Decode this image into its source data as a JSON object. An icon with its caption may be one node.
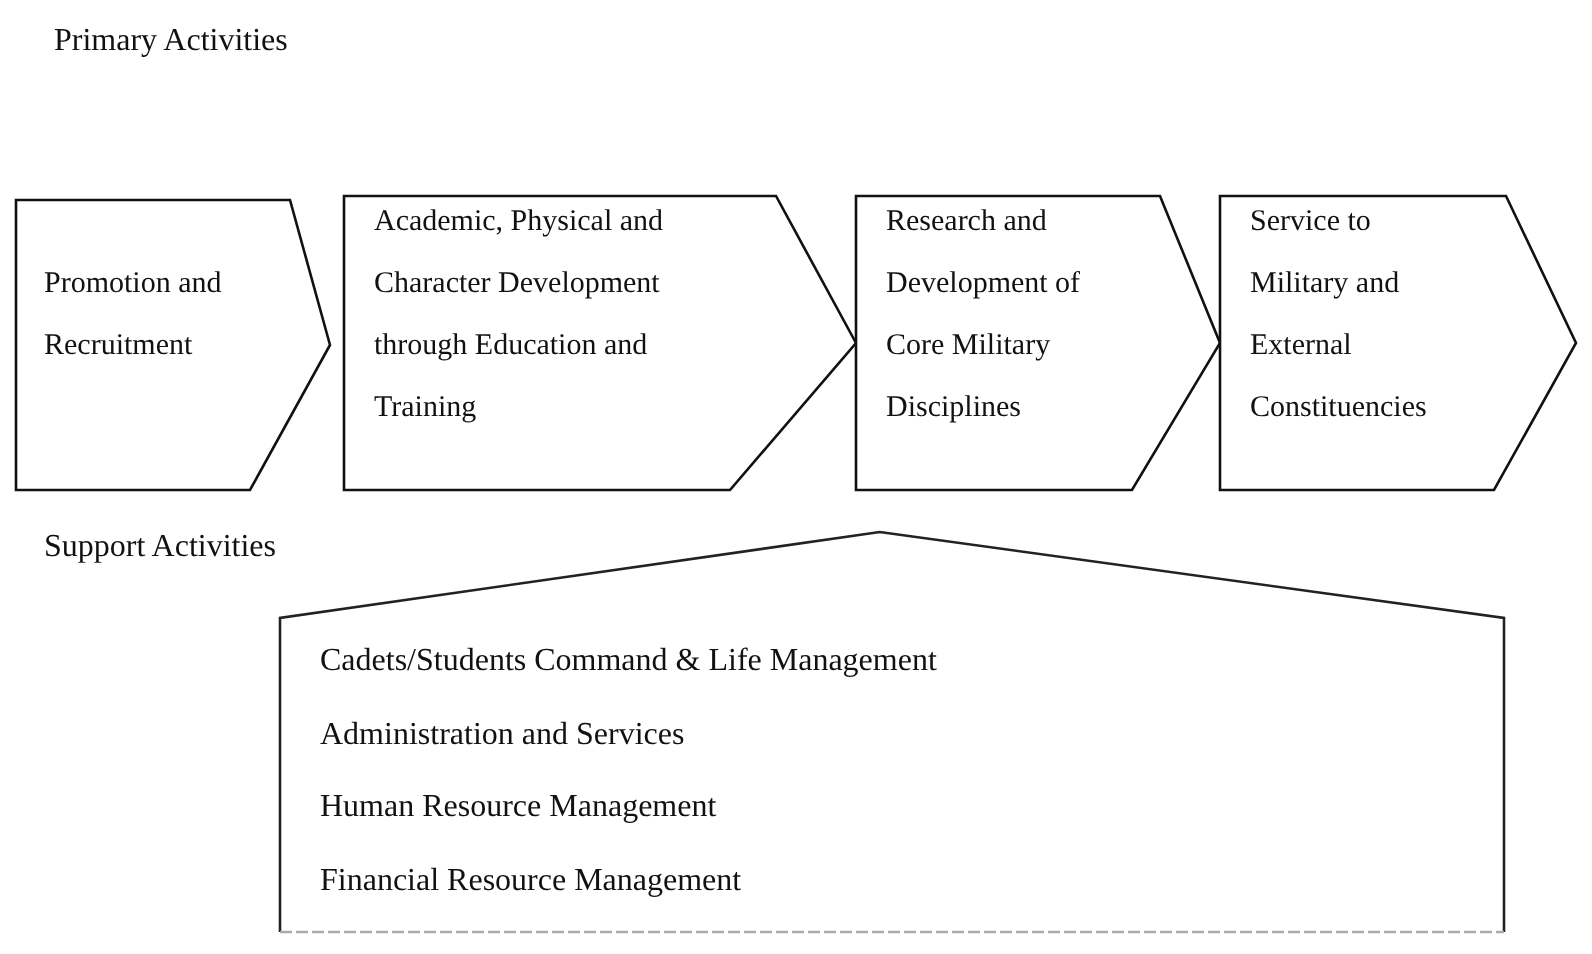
{
  "diagram": {
    "nodes": [
      {
        "text": [
          "Promotion and Recruitment"
        ]
      },
      {
        "text": [
          "Academic, Physical and Character Development through Education and Training"
        ]
      },
      {
        "text": [
          "Research and Development of Core Military Disciplines"
        ]
      },
      {
        "text": [
          "Service to Military and External Constituencies"
        ]
      },
      {
        "text": [
          "Cadets/Students Command & Life Management",
          "Administration and Services",
          "Human Resource Management",
          "Financial Resource Management"
        ]
      }
    ],
    "labels": [
      "Primary Activities",
      "Support Activities"
    ]
  }
}
